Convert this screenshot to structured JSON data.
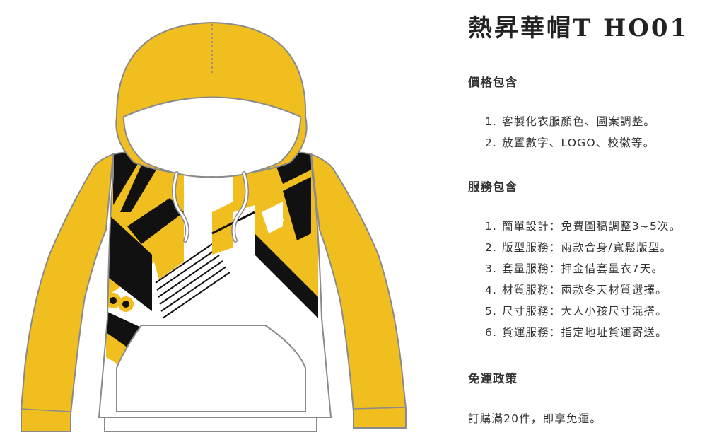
{
  "product": {
    "title": "熱昇華帽T HO01"
  },
  "sections": {
    "price": {
      "heading": "價格包含",
      "items": [
        {
          "num": "1.",
          "text": "客製化衣服顏色、圖案調整。"
        },
        {
          "num": "2.",
          "text": "放置數字、LOGO、校徽等。"
        }
      ]
    },
    "service": {
      "heading": "服務包含",
      "items": [
        {
          "num": "1.",
          "text": "簡單設計：免費圖稿調整3~5次。"
        },
        {
          "num": "2.",
          "text": "版型服務：兩款合身/寬鬆版型。"
        },
        {
          "num": "3.",
          "text": "套量服務：押金借套量衣7天。"
        },
        {
          "num": "4.",
          "text": "材質服務：兩款冬天材質選擇。"
        },
        {
          "num": "5.",
          "text": "尺寸服務：大人小孩尺寸混搭。"
        },
        {
          "num": "6.",
          "text": "貨運服務：指定地址貨運寄送。"
        }
      ]
    },
    "shipping": {
      "heading": "免運政策",
      "text": "訂購滿20件，即享免運。"
    }
  },
  "colors": {
    "yellow": "#f0be1e",
    "black": "#111111",
    "white": "#ffffff",
    "outline": "#8a8a8a"
  },
  "illustration": {
    "icon": "hoodie-illustration"
  }
}
